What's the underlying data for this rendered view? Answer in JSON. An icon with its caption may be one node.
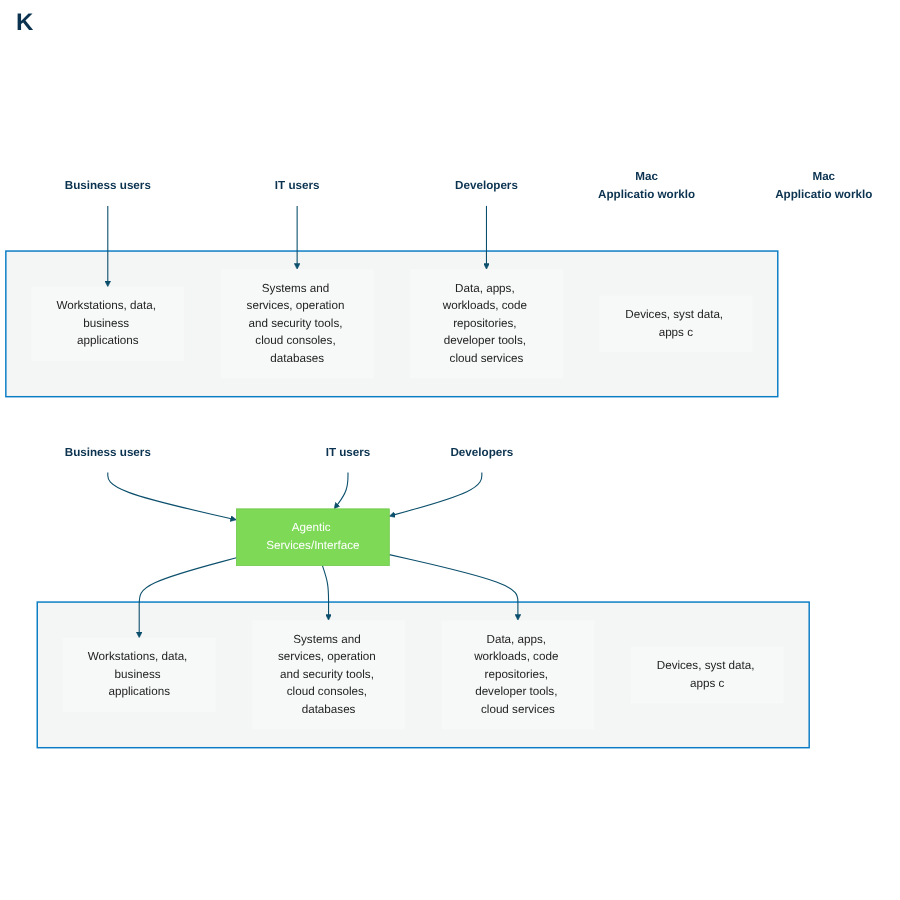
{
  "diagram": {
    "nodes": [
      {
        "text": [
          "Business users"
        ]
      },
      {
        "text": [
          "IT users"
        ]
      },
      {
        "text": [
          "Developers"
        ]
      },
      {
        "text": [
          "Mac",
          "Applicatio worklo"
        ]
      },
      {
        "text": [],
        "shape": "box"
      },
      {
        "text": [
          "Workstations, data, business applications"
        ],
        "in": 4
      },
      {
        "text": [
          "Systems and services, operation and security tools, cloud consoles, databases"
        ],
        "in": 4
      },
      {
        "text": [
          "Data, apps, workloads, code repositories, developer tools, cloud services"
        ],
        "in": 4
      },
      {
        "text": [
          "Devices, syst data, apps c"
        ],
        "in": 4
      },
      {
        "text": [
          "Business users"
        ]
      },
      {
        "text": [
          "IT users"
        ]
      },
      {
        "text": [
          "Developers"
        ]
      },
      {
        "text": [
          "Mac",
          "Applicatio worklo"
        ]
      },
      {
        "text": [
          "Agentic Services/Interface"
        ]
      },
      {
        "text": [],
        "shape": "box"
      },
      {
        "text": [
          "Workstations, data, business applications"
        ],
        "in": 14
      },
      {
        "text": [
          "Systems and services, operation and security tools, cloud consoles, databases"
        ],
        "in": 14
      },
      {
        "text": [
          "Data, apps, workloads, code repositories, developer tools, cloud services"
        ],
        "in": 14
      },
      {
        "text": [
          "Devices, syst data, apps c"
        ],
        "in": 14
      }
    ],
    "edges": [
      {
        "from": 0,
        "to": 5,
        "arrow": "to"
      },
      {
        "from": 1,
        "to": 6,
        "arrow": "to"
      },
      {
        "from": 2,
        "to": 7,
        "arrow": "to"
      },
      {
        "from": 9,
        "to": 13,
        "arrow": "to"
      },
      {
        "from": 10,
        "to": 13,
        "arrow": "to"
      },
      {
        "from": 11,
        "to": 13,
        "arrow": "to"
      },
      {
        "from": 13,
        "to": 15,
        "arrow": "to"
      },
      {
        "from": 13,
        "to": 16,
        "arrow": "to"
      },
      {
        "from": 13,
        "to": 17,
        "arrow": "to"
      }
    ],
    "labels": [
      "K"
    ]
  }
}
